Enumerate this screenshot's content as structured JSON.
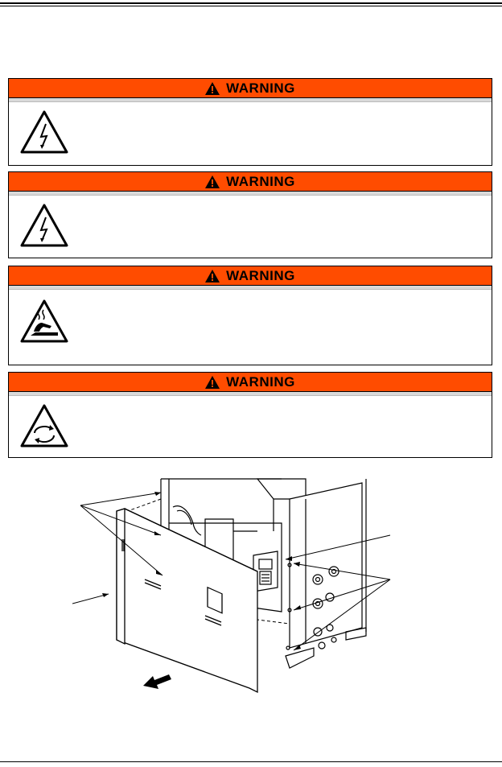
{
  "warnings": [
    {
      "title": "WARNING",
      "icon": "electric-shock-icon"
    },
    {
      "title": "WARNING",
      "icon": "electric-shock-icon"
    },
    {
      "title": "WARNING",
      "icon": "hot-surface-icon"
    },
    {
      "title": "WARNING",
      "icon": "rotating-parts-icon"
    }
  ],
  "colors": {
    "warning_bar": "#ff4c00",
    "rule": "#000000"
  },
  "figure": {
    "icon": "front-panel-removal-illustration"
  }
}
